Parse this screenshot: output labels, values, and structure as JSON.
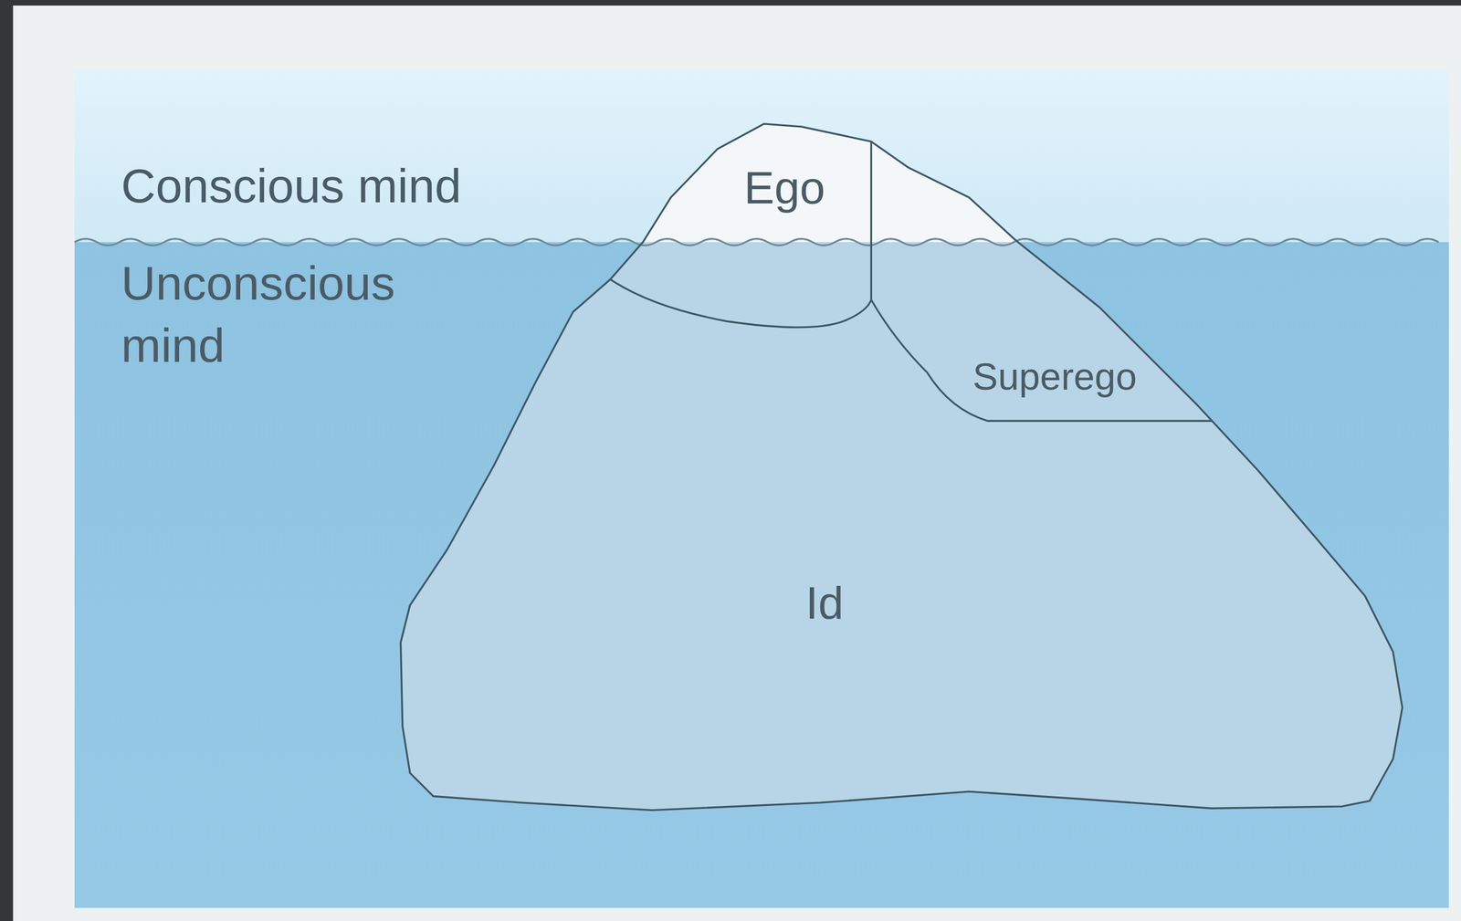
{
  "diagram": {
    "labels": [
      "Conscious mind",
      "Unconscious mind",
      "Ego",
      "Superego",
      "Id"
    ]
  }
}
